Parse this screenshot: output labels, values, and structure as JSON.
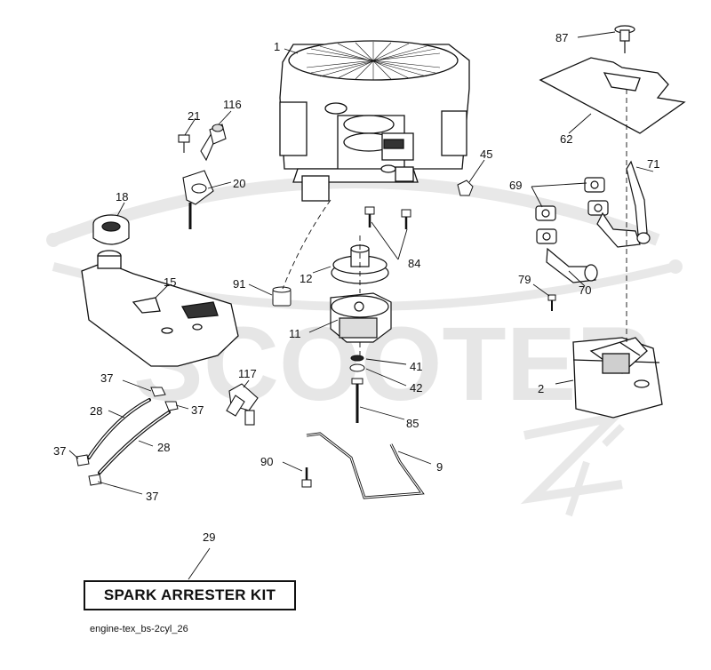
{
  "parts": [
    {
      "id": "1",
      "name": "engine"
    },
    {
      "id": "2",
      "name": "muffler"
    },
    {
      "id": "9",
      "name": "rod"
    },
    {
      "id": "11",
      "name": "clutch"
    },
    {
      "id": "12",
      "name": "pulley"
    },
    {
      "id": "15",
      "name": "fuel-tank"
    },
    {
      "id": "18",
      "name": "fuel-cap"
    },
    {
      "id": "20",
      "name": "throttle-bracket"
    },
    {
      "id": "21",
      "name": "bolt"
    },
    {
      "id": "28",
      "name": "fuel-hose-upper"
    },
    {
      "id": "28",
      "name": "fuel-hose-lower"
    },
    {
      "id": "29",
      "name": "spark-arrester-kit"
    },
    {
      "id": "37",
      "name": "clamp-1"
    },
    {
      "id": "37",
      "name": "clamp-2"
    },
    {
      "id": "37",
      "name": "clamp-3"
    },
    {
      "id": "37",
      "name": "clamp-4"
    },
    {
      "id": "41",
      "name": "washer"
    },
    {
      "id": "42",
      "name": "lock-washer"
    },
    {
      "id": "45",
      "name": "nut"
    },
    {
      "id": "62",
      "name": "heat-shield"
    },
    {
      "id": "69",
      "name": "gaskets"
    },
    {
      "id": "70",
      "name": "exhaust-pipe"
    },
    {
      "id": "71",
      "name": "exhaust-pipe-2"
    },
    {
      "id": "79",
      "name": "screw"
    },
    {
      "id": "84",
      "name": "bolts"
    },
    {
      "id": "85",
      "name": "long-bolt"
    },
    {
      "id": "87",
      "name": "knob"
    },
    {
      "id": "90",
      "name": "screw-2"
    },
    {
      "id": "91",
      "name": "spacer"
    },
    {
      "id": "116",
      "name": "cap"
    },
    {
      "id": "117",
      "name": "fuel-valve"
    }
  ],
  "kit_label": "SPARK ARRESTER KIT",
  "caption": "engine-tex_bs-2cyl_26",
  "watermark": "SCOOTER",
  "colors": {
    "line": "#111111",
    "watermark": "#e4e4e4",
    "shade": "#cfcfcf"
  }
}
